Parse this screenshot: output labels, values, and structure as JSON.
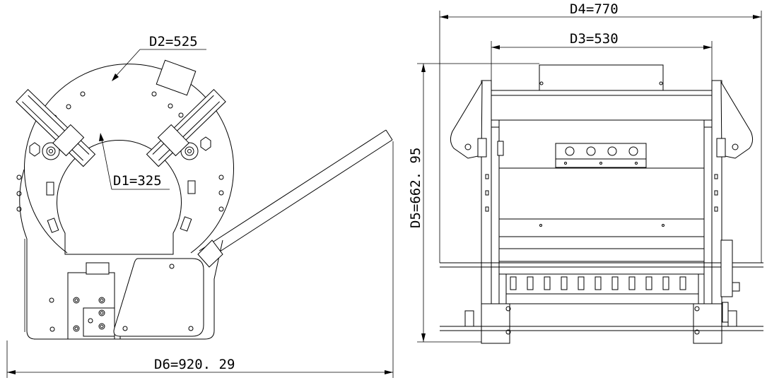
{
  "dimensions": {
    "d1": "D1=325",
    "d2": "D2=525",
    "d3": "D3=530",
    "d4": "D4=770",
    "d5": "D5=662. 95",
    "d6": "D6=920. 29"
  }
}
